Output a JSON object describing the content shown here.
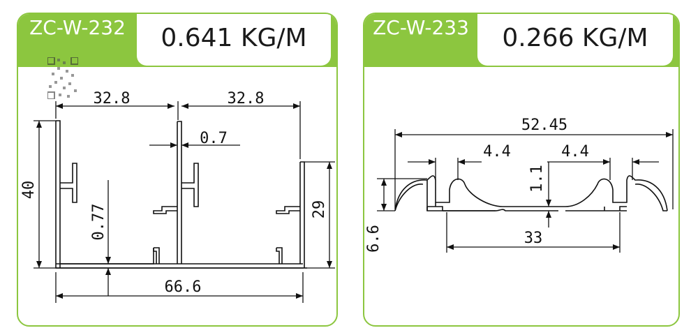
{
  "profiles": [
    {
      "model": "ZC-W-232",
      "weight": "0.641 KG/M",
      "dimensions": {
        "left_width": "32.8",
        "right_width": "32.8",
        "rib_thickness": "0.7",
        "total_height": "40",
        "wall_thickness": "0.77",
        "right_height": "29",
        "total_width": "66.6"
      }
    },
    {
      "model": "ZC-W-233",
      "weight": "0.266 KG/M",
      "dimensions": {
        "total_width": "52.45",
        "slot_left": "4.4",
        "slot_right": "4.4",
        "thickness": "1.1",
        "height": "6.6",
        "inner_span": "33"
      }
    }
  ],
  "colors": {
    "accent": "#8cc63f",
    "line": "#111111"
  }
}
